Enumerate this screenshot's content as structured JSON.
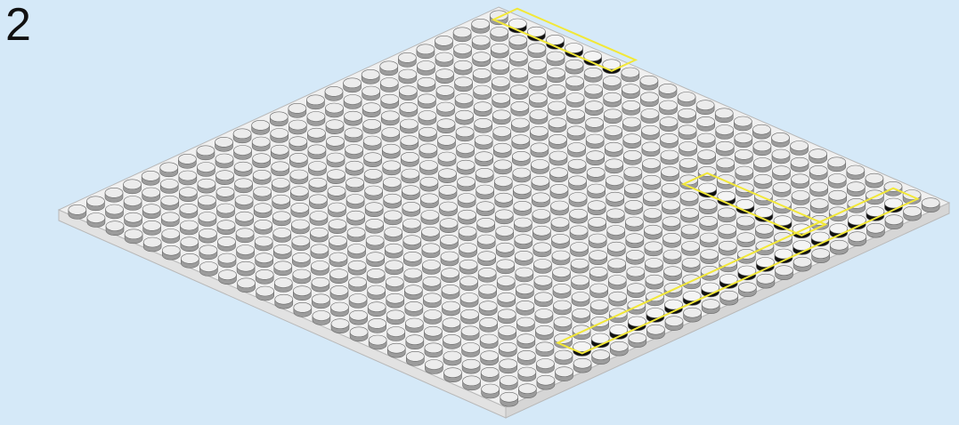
{
  "step": {
    "number": "2"
  },
  "baseplate": {
    "studs_per_side": 24,
    "plate_color": "#f0f0f0",
    "plate_edge_color": "#b8b8b8",
    "stud_color": "#ececec",
    "stud_shadow_color": "#9c9c9c",
    "stud_outline_color": "#6a6a6a"
  },
  "highlight_color": "#f2e838",
  "added_part_color": "#1b1b1b",
  "added_parts": [
    {
      "name": "plate-1x8-a",
      "side": "back-right",
      "length": 6
    },
    {
      "name": "plate-1x8-b",
      "side": "back-right-end",
      "length": 6
    },
    {
      "name": "plate-1x8-c",
      "side": "front-left",
      "length": 6
    },
    {
      "name": "plate-1x8-d",
      "side": "front-left-end",
      "length": 12
    }
  ],
  "background_color": "#d5e9f8"
}
